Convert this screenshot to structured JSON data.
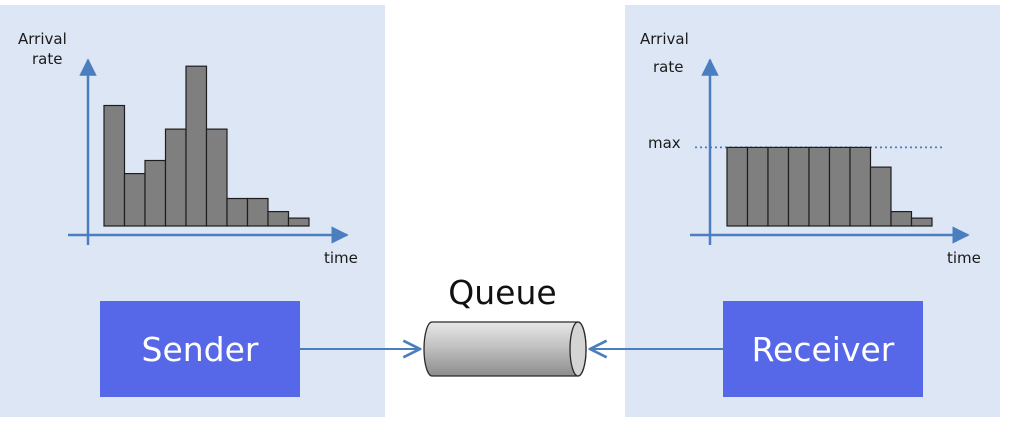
{
  "sender_chart": {
    "ylabel_line1": "Arrival",
    "ylabel_line2": "rate",
    "xlabel": "time",
    "values": [
      9.2,
      4.0,
      5.0,
      7.4,
      12.2,
      7.4,
      2.1,
      2.1,
      1.1,
      0.6
    ]
  },
  "receiver_chart": {
    "ylabel_line1": "Arrival",
    "ylabel_line2": "rate",
    "xlabel": "time",
    "max_label": "max",
    "max_value": 6.0,
    "values": [
      6.0,
      6.0,
      6.0,
      6.0,
      6.0,
      6.0,
      6.0,
      4.5,
      1.1,
      0.6
    ]
  },
  "sender": {
    "label": "Sender"
  },
  "receiver": {
    "label": "Receiver"
  },
  "queue": {
    "label": "Queue"
  },
  "colors": {
    "panel_bg": "#dde6f4",
    "box": "#5667e8",
    "bar": "#7f7f7f",
    "axis": "#4a7ebf"
  }
}
